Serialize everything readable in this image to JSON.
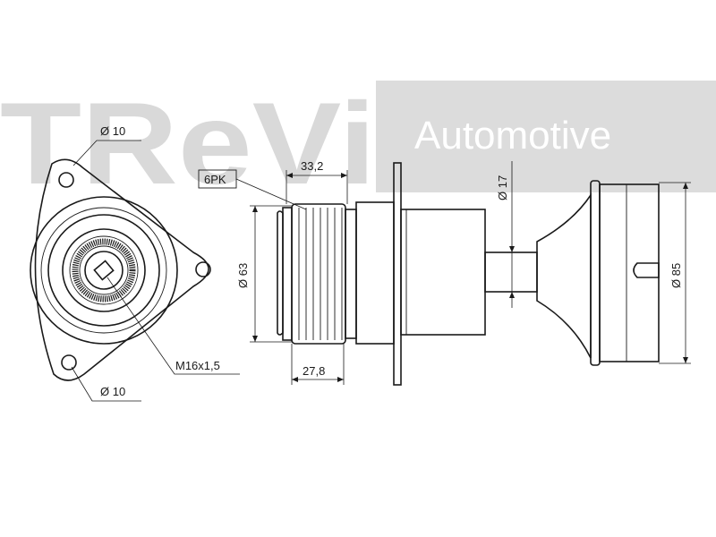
{
  "watermark": {
    "brand": "TReVi",
    "tagline": "Automotive",
    "colors": {
      "brand": "#d9d9d9",
      "band": "#dcdcdc",
      "tagline": "#ffffff"
    }
  },
  "labels": {
    "hole_top": "Ø 10",
    "hole_bottom": "Ø 10",
    "thread": "M16x1,5",
    "profile": "6PK",
    "width_top": "33,2",
    "width_bottom": "27,8",
    "pulley_diameter": "Ø 63",
    "shaft_diameter": "Ø 17",
    "body_diameter": "Ø 85"
  },
  "colors": {
    "line": "#1a1a1a",
    "background": "#ffffff"
  }
}
